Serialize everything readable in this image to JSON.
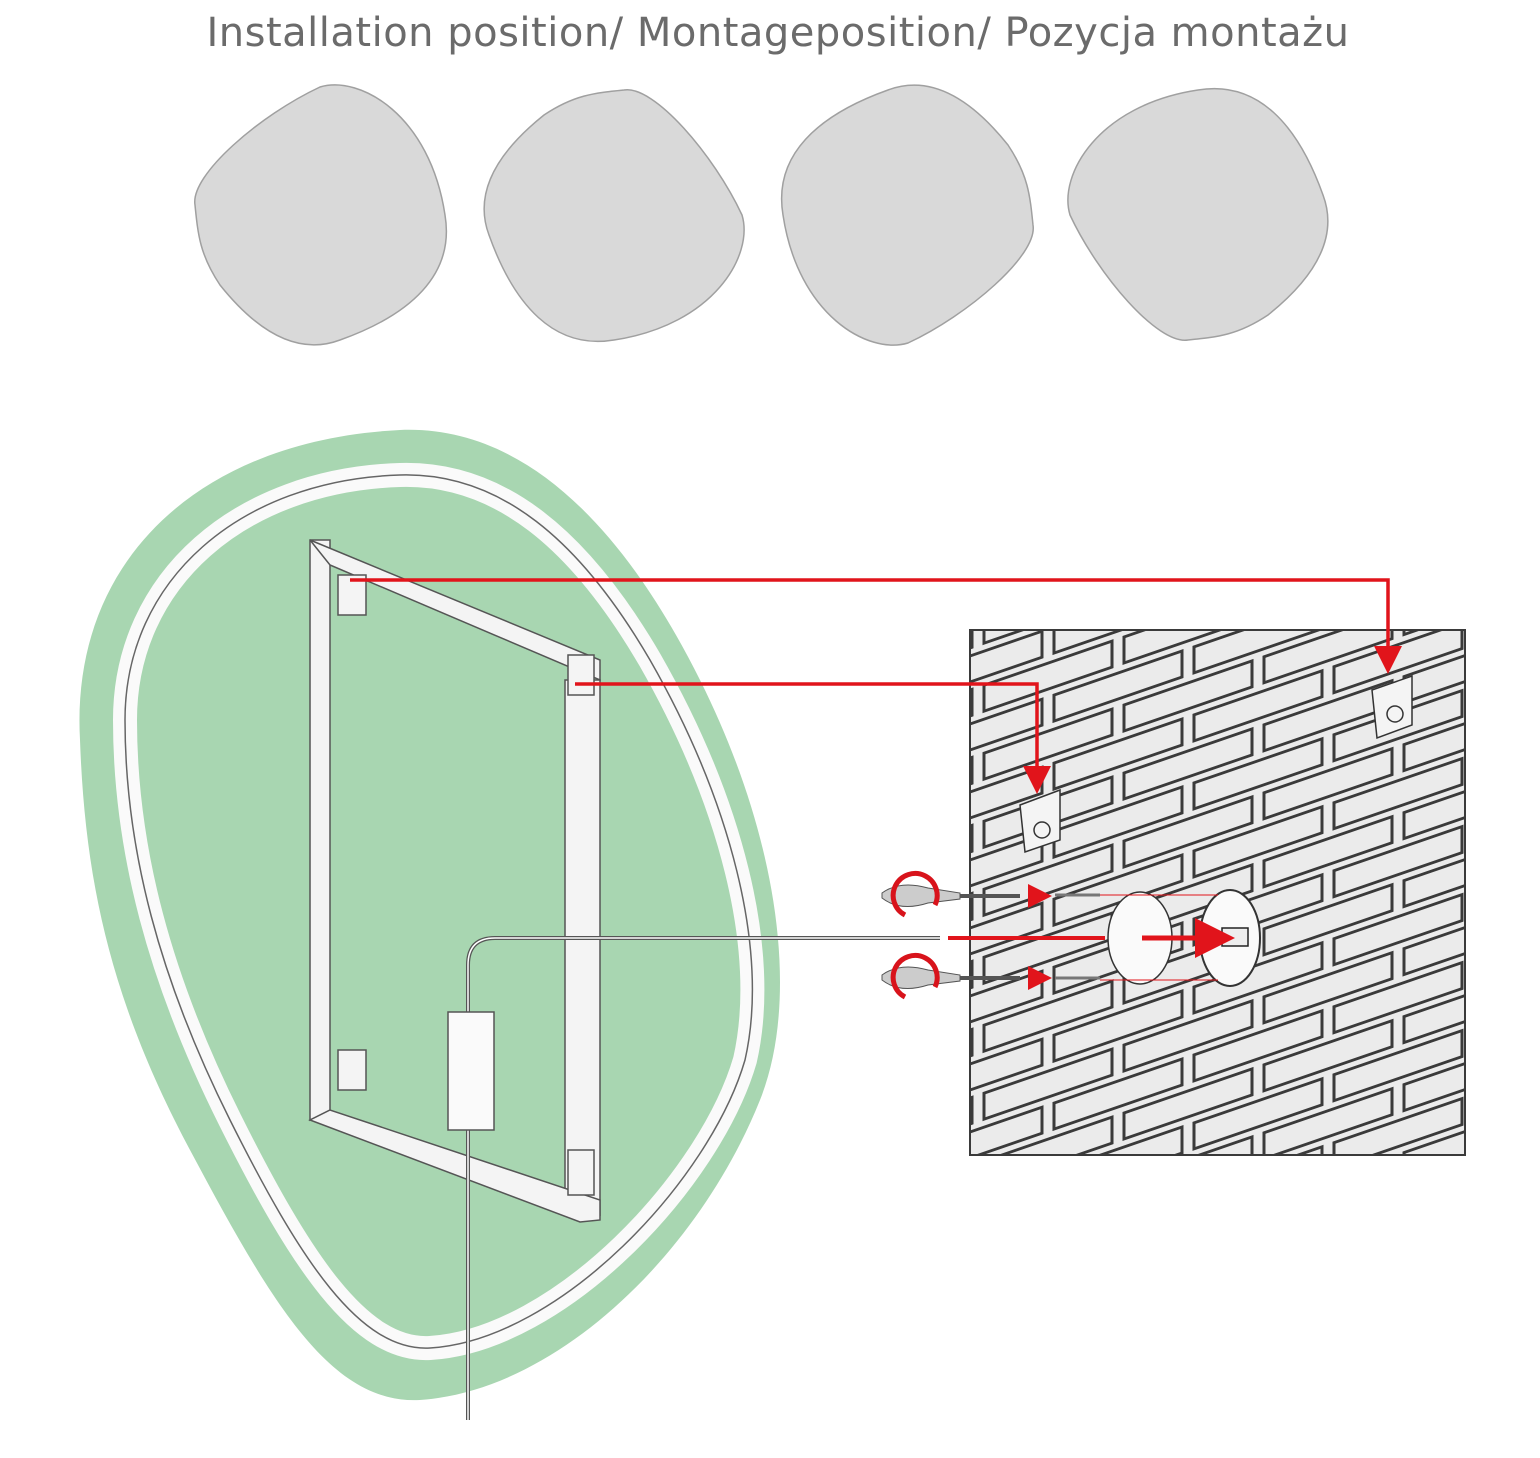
{
  "title": "Installation position/ Montageposition/ Pozycja montażu",
  "colors": {
    "title": "#6b6b6b",
    "mirror_fill": "#d9d9d9",
    "mirror_stroke": "#a0a0a0",
    "back_green": "#a8d6b1",
    "arrow_red": "#e1141b",
    "wall_fill": "#ebebeb",
    "line": "#3a3a3a"
  },
  "positions": [
    {
      "name": "position-1",
      "rotation": 0
    },
    {
      "name": "position-2",
      "rotation": 90
    },
    {
      "name": "position-3",
      "rotation": 180
    },
    {
      "name": "position-4",
      "rotation": 270
    }
  ]
}
